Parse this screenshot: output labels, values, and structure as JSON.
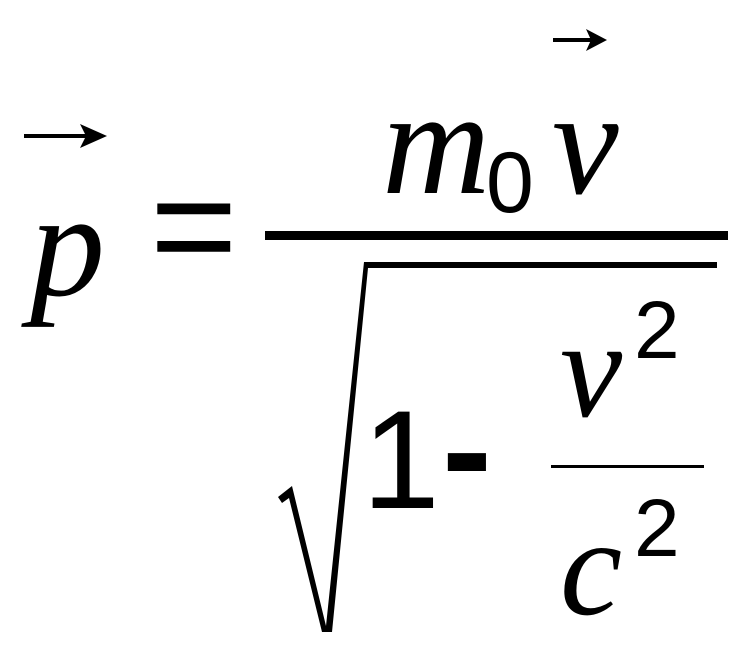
{
  "formula": {
    "lhs": {
      "symbol": "p",
      "arrow": "→"
    },
    "equals": "=",
    "numerator": {
      "mass": "m",
      "mass_subscript": "0",
      "velocity": "v",
      "velocity_arrow": "→"
    },
    "denominator": {
      "one": "1",
      "minus": "-",
      "inner_numerator": {
        "symbol": "v",
        "exponent": "2"
      },
      "inner_denominator": {
        "symbol": "c",
        "exponent": "2"
      }
    }
  }
}
